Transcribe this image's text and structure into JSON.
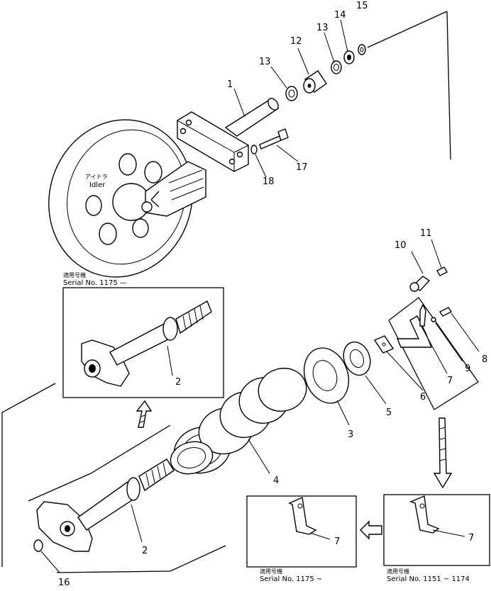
{
  "labels": {
    "p1": "1",
    "p2a": "2",
    "p2b": "2",
    "p3": "3",
    "p4": "4",
    "p5": "5",
    "p6": "6",
    "p7a": "7",
    "p7b": "7",
    "p7c": "7",
    "p8": "8",
    "p9": "9",
    "p10": "10",
    "p11": "11",
    "p12": "12",
    "p13a": "13",
    "p13b": "13",
    "p14": "14",
    "p15": "15",
    "p16": "16",
    "p17": "17",
    "p18": "18"
  },
  "idler": {
    "jp": "アイドラ",
    "en": "Idler"
  },
  "notes": {
    "upper_jp": "適用号機",
    "upper_serial": "Serial No. 1175 —",
    "left_jp": "適用号機",
    "left_serial": "Serial No. 1175 ~",
    "right_jp": "適用号機",
    "right_serial": "Serial No. 1151 ~ 1174"
  }
}
